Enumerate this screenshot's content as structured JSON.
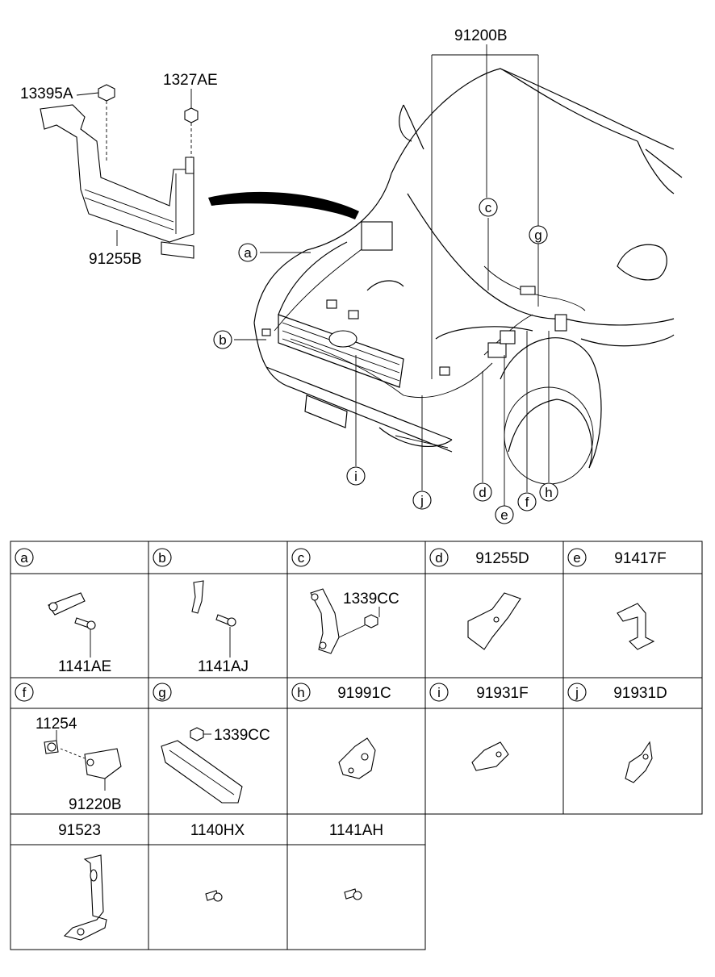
{
  "callouts": {
    "harness": "91200B",
    "nut_top_left": "13395A",
    "nut_top": "1327AE",
    "bracket_main": "91255B"
  },
  "circle_letters": [
    "a",
    "b",
    "c",
    "d",
    "e",
    "f",
    "g",
    "h",
    "i",
    "j"
  ],
  "table": {
    "cells": [
      {
        "key": "a",
        "letter": "a",
        "title": "",
        "labels": [
          "1141AE"
        ]
      },
      {
        "key": "b",
        "letter": "b",
        "title": "",
        "labels": [
          "1141AJ"
        ]
      },
      {
        "key": "c",
        "letter": "c",
        "title": "",
        "labels": [
          "1339CC"
        ]
      },
      {
        "key": "d",
        "letter": "d",
        "title": "91255D",
        "labels": []
      },
      {
        "key": "e",
        "letter": "e",
        "title": "91417F",
        "labels": []
      },
      {
        "key": "f",
        "letter": "f",
        "title": "",
        "labels": [
          "11254",
          "91220B"
        ]
      },
      {
        "key": "g",
        "letter": "g",
        "title": "",
        "labels": [
          "1339CC"
        ]
      },
      {
        "key": "h",
        "letter": "h",
        "title": "91991C",
        "labels": []
      },
      {
        "key": "i",
        "letter": "i",
        "title": "91931F",
        "labels": []
      },
      {
        "key": "j",
        "letter": "j",
        "title": "91931D",
        "labels": []
      },
      {
        "key": "k",
        "letter": "",
        "title": "91523",
        "labels": []
      },
      {
        "key": "l",
        "letter": "",
        "title": "1140HX",
        "labels": []
      },
      {
        "key": "m",
        "letter": "",
        "title": "1141AH",
        "labels": []
      }
    ]
  }
}
